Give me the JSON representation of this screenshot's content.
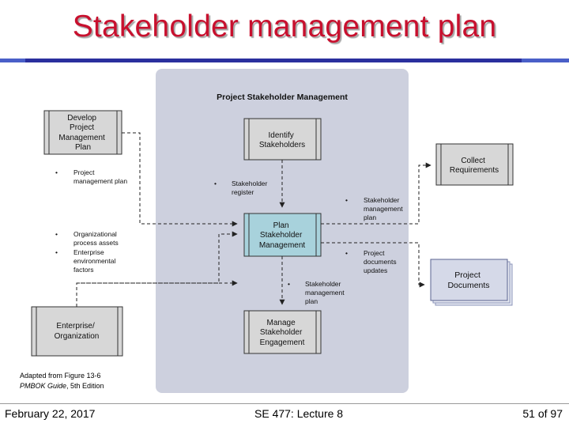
{
  "slide": {
    "title": "Stakeholder management plan"
  },
  "diagram": {
    "process_group_title": "Project Stakeholder Management",
    "boxes": {
      "develop_plan": [
        "Develop",
        "Project",
        "Management",
        "Plan"
      ],
      "enterprise": [
        "Enterprise/",
        "Organization"
      ],
      "identify": [
        "Identify",
        "Stakeholders"
      ],
      "plan_sm": [
        "Plan",
        "Stakeholder",
        "Management"
      ],
      "manage_engagement": [
        "Manage",
        "Stakeholder",
        "Engagement"
      ],
      "collect_requirements": [
        "Collect",
        "Requirements"
      ],
      "project_documents": [
        "Project",
        "Documents"
      ]
    },
    "labels": {
      "pm_plan": [
        "Project",
        "management plan"
      ],
      "opa": [
        "Organizational",
        "process assets"
      ],
      "eef": [
        "Enterprise",
        "environmental",
        "factors"
      ],
      "register": [
        "Stakeholder",
        "register"
      ],
      "smp_out1": [
        "Stakeholder",
        "management",
        "plan"
      ],
      "doc_updates": [
        "Project",
        "documents",
        "updates"
      ],
      "smp_out2": [
        "Stakeholder",
        "management",
        "plan"
      ]
    }
  },
  "caption": {
    "line1": "Adapted from Figure 13-6",
    "line2_italic": "PMBOK Guide",
    "line2_rest": ", 5th Edition"
  },
  "footer": {
    "date": "February 22, 2017",
    "course": "SE 477: Lecture 8",
    "page": "51 of 97"
  },
  "colors": {
    "title": "#c8102e",
    "rule": "#2a2f9e",
    "panel": "#cdd0de",
    "box": "#d7d7d7",
    "highlight_box": "#a8d2dc"
  }
}
